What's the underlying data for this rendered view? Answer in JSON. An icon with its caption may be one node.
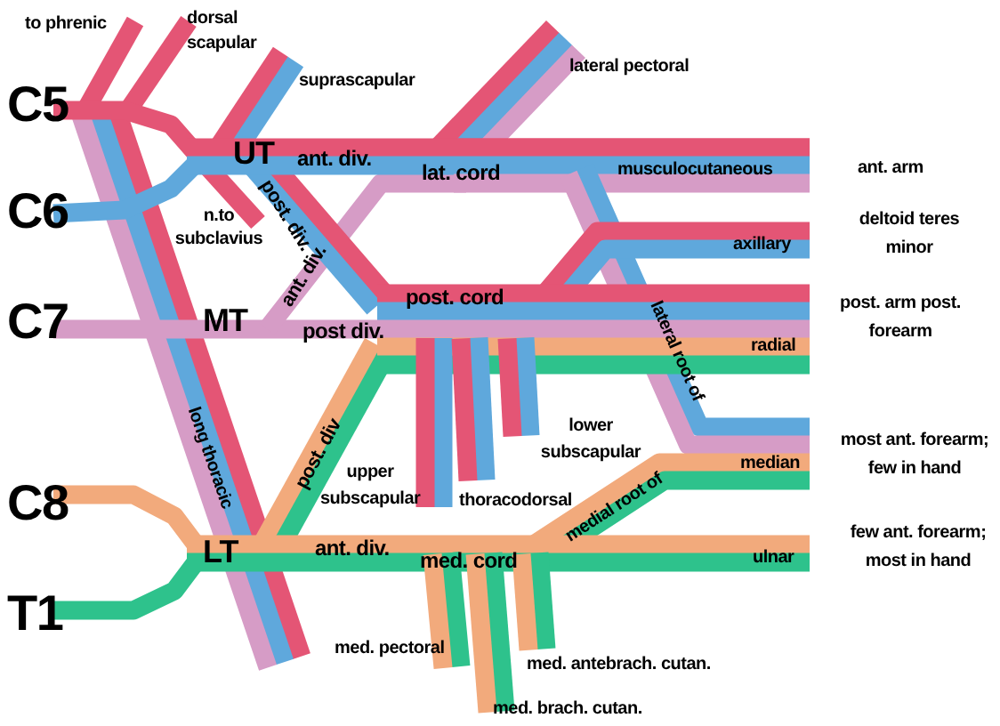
{
  "diagram": {
    "labels": [
      "to phrenic",
      "dorsal scapular",
      "suprascapular",
      "lateral pectoral",
      "C5",
      "UT",
      "ant. div.",
      "lat. cord",
      "musculocutaneous",
      "ant. arm",
      "C6",
      "n.to subclavius",
      "post. div.",
      "ant. div.",
      "axillary",
      "deltoid teres minor",
      "C7",
      "MT",
      "post div.",
      "post. cord",
      "lateral root of",
      "post. arm post. forearm",
      "radial",
      "long thoracic",
      "post. div",
      "upper subscapular",
      "thoracodorsal",
      "lower subscapular",
      "median",
      "most ant. forearm; few in hand",
      "C8",
      "medial root of",
      "LT",
      "ant. div.",
      "med. cord",
      "few ant. forearm; most in hand",
      "ulnar",
      "T1",
      "med. pectoral",
      "med. antebrach. cutan.",
      "med. brach. cutan."
    ]
  }
}
